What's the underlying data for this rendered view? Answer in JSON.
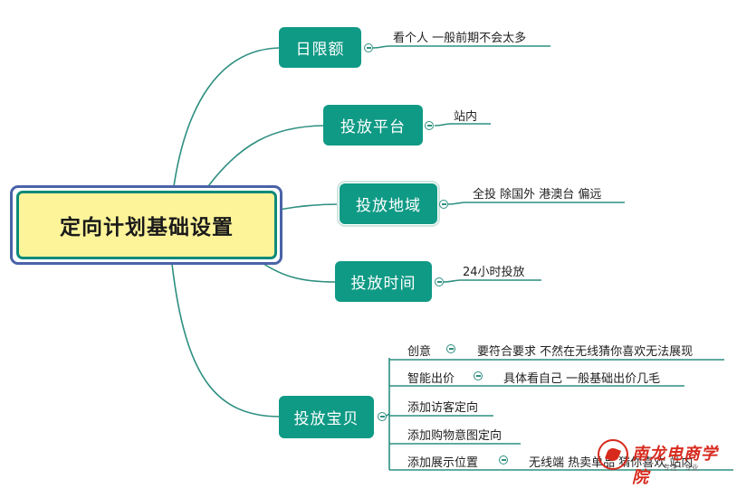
{
  "root": {
    "label": "定向计划基础设置"
  },
  "branches": [
    {
      "label": "日限额",
      "detail": "看个人 一般前期不会太多"
    },
    {
      "label": "投放平台",
      "detail": "站内"
    },
    {
      "label": "投放地域",
      "detail": "全投 除国外 港澳台 偏远"
    },
    {
      "label": "投放时间",
      "detail": "24小时投放"
    },
    {
      "label": "投放宝贝",
      "children": [
        {
          "label": "创意",
          "detail": "要符合要求 不然在无线猜你喜欢无法展现"
        },
        {
          "label": "智能出价",
          "detail": "具体看自己 一般基础出价几毛"
        },
        {
          "label": "添加访客定向"
        },
        {
          "label": "添加购物意图定向"
        },
        {
          "label": "添加展示位置",
          "detail": "无线端 热卖单品 猜你喜欢 站内"
        }
      ]
    }
  ],
  "watermark": {
    "name": "南龙电商学院",
    "sub": "专注 · 专业"
  },
  "colors": {
    "branch": "#0f9a85",
    "line": "#2d8f80",
    "root_fill": "#fdf49a",
    "root_border": "#4a63a8"
  }
}
